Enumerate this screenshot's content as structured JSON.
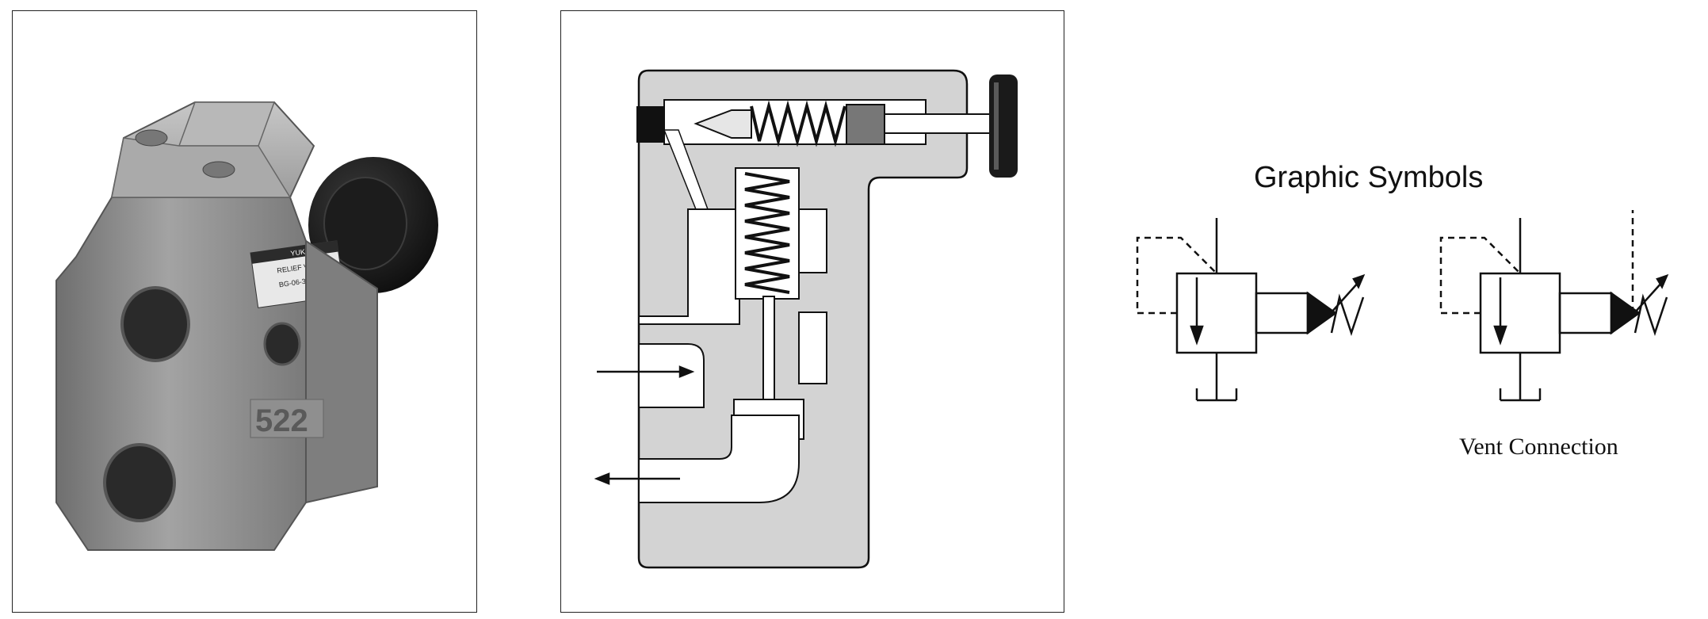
{
  "photo": {
    "label_brand": "YUKEN",
    "label_lines": [
      "RELIEF VALVE",
      "BG-06-32"
    ],
    "cast_number": "522"
  },
  "symbols": {
    "title": "Graphic Symbols",
    "caption": "Vent Connection"
  },
  "colors": {
    "valve_body": "#9a9a9a",
    "section_fill": "#d3d3d3",
    "line": "#111111"
  }
}
